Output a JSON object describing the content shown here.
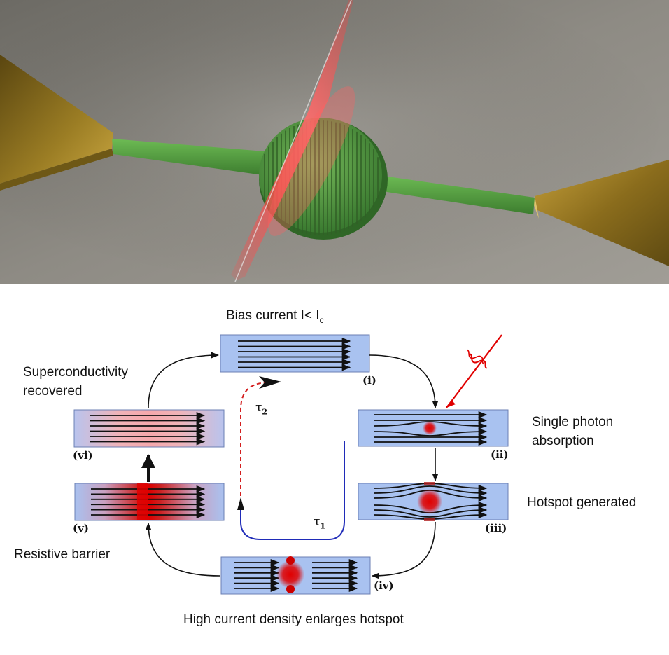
{
  "labels": {
    "title_prefix": "Bias current I< I",
    "title_subscript": "c",
    "recovered": [
      "Superconductivity",
      "recovered"
    ],
    "photon": [
      "Single photon",
      "absorption"
    ],
    "hotspot": "Hotspot generated",
    "resistive": "Resistive barrier",
    "enlarges": "High current density enlarges hotspot"
  },
  "steps": [
    {
      "id": "i",
      "tag": "(i)"
    },
    {
      "id": "ii",
      "tag": "(ii)"
    },
    {
      "id": "iii",
      "tag": "(iii)"
    },
    {
      "id": "iv",
      "tag": "(iv)"
    },
    {
      "id": "v",
      "tag": "(v)"
    },
    {
      "id": "vi",
      "tag": "(vi)"
    }
  ],
  "timescales": [
    {
      "symbol": "τ",
      "subscript": "1",
      "color": "#1f2bb8"
    },
    {
      "symbol": "τ",
      "subscript": "2",
      "color": "#d31f1f"
    }
  ],
  "colors": {
    "strip_fill": "#a9c2f0",
    "strip_edge": "#6b7fb3",
    "hotspot": "#d10000",
    "photon": "#e00000",
    "nanowire": "#4c9a3c",
    "gold_pad": "#8a6f1e",
    "laser": "#ff5a5a"
  }
}
